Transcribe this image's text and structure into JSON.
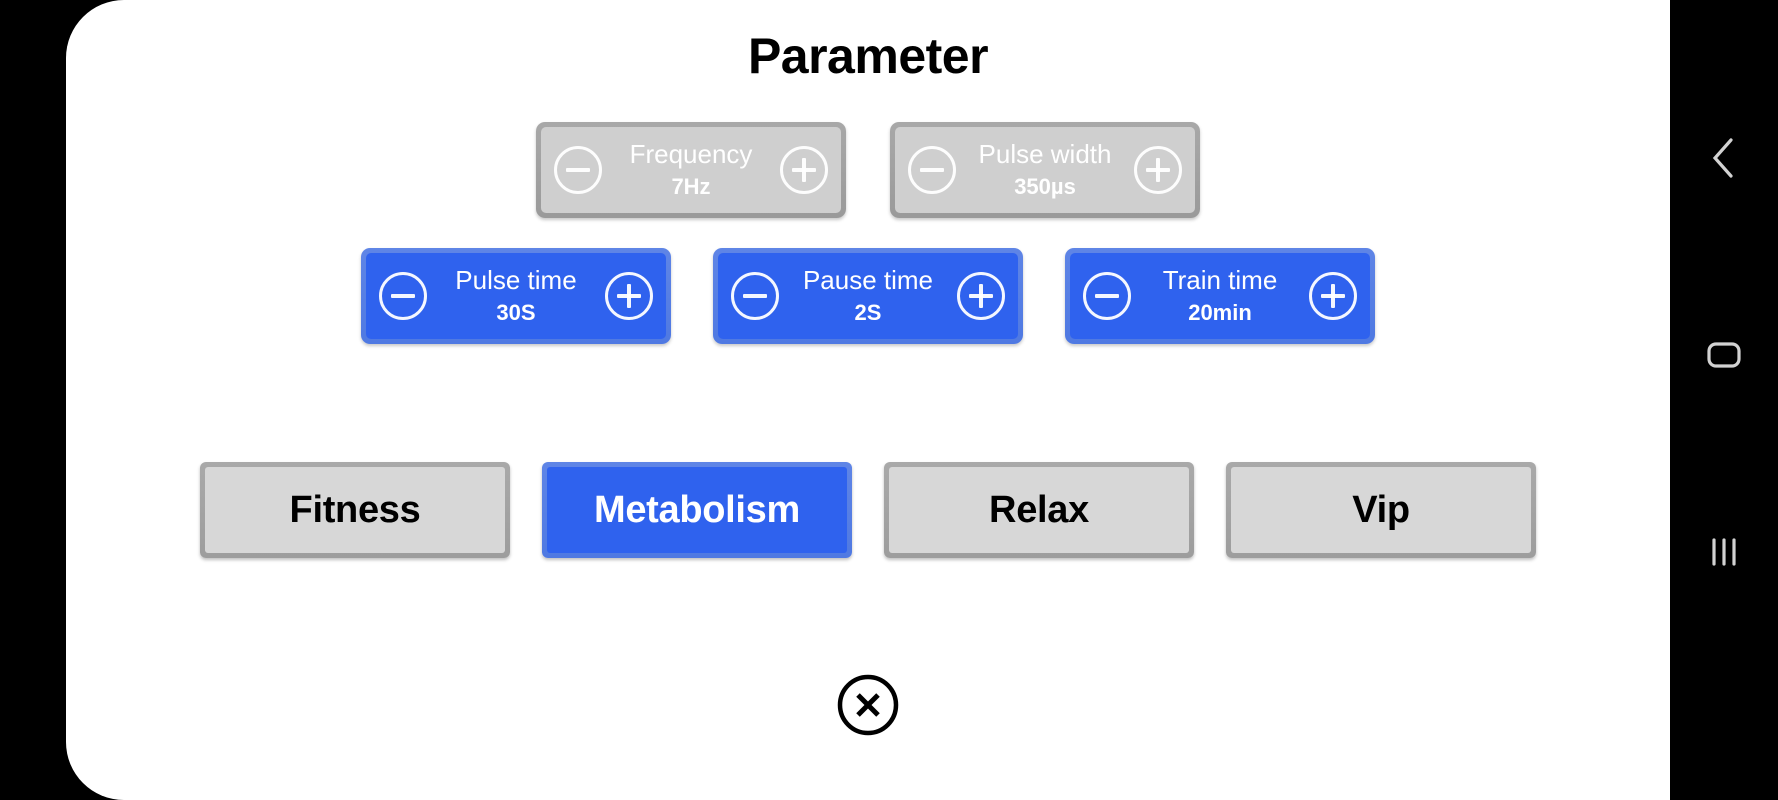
{
  "screen": {
    "background_color": "#000000",
    "card_background": "#ffffff"
  },
  "header": {
    "title": "Parameter"
  },
  "colors": {
    "accent_blue": "#2f62ee",
    "accent_blue_border": "#5f85e6",
    "disabled_gray": "#cfcfcf",
    "disabled_gray_border": "#a8a8a8",
    "mode_gray": "#d7d7d7",
    "mode_gray_border": "#a9a9a9",
    "text_on_blue": "#ffffff",
    "text_on_gray": "#000000"
  },
  "steppers": {
    "disabled_row": [
      {
        "label": "Frequency",
        "value": "7Hz",
        "state": "disabled",
        "decrement_icon": "minus-circle-icon",
        "increment_icon": "plus-circle-icon"
      },
      {
        "label": "Pulse width",
        "value": "350µs",
        "state": "disabled",
        "decrement_icon": "minus-circle-icon",
        "increment_icon": "plus-circle-icon"
      }
    ],
    "active_row": [
      {
        "label": "Pulse time",
        "value": "30S",
        "state": "enabled",
        "decrement_icon": "minus-circle-icon",
        "increment_icon": "plus-circle-icon"
      },
      {
        "label": "Pause time",
        "value": "2S",
        "state": "enabled",
        "decrement_icon": "minus-circle-icon",
        "increment_icon": "plus-circle-icon"
      },
      {
        "label": "Train time",
        "value": "20min",
        "state": "enabled",
        "decrement_icon": "minus-circle-icon",
        "increment_icon": "plus-circle-icon"
      }
    ]
  },
  "modes": [
    {
      "label": "Fitness",
      "selected": false
    },
    {
      "label": "Metabolism",
      "selected": true
    },
    {
      "label": "Relax",
      "selected": false
    },
    {
      "label": "Vip",
      "selected": false
    }
  ],
  "close_button": {
    "icon": "close-circle-icon"
  },
  "navbar": {
    "buttons": [
      {
        "icon": "back-chevron-icon",
        "name": "back"
      },
      {
        "icon": "home-square-icon",
        "name": "home"
      },
      {
        "icon": "recents-bars-icon",
        "name": "recents"
      }
    ]
  }
}
